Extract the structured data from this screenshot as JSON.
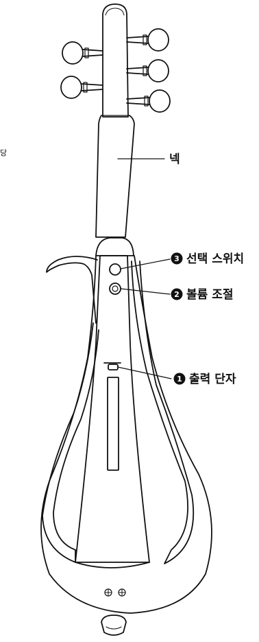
{
  "labels": {
    "neck": "넥",
    "selector_switch": {
      "number": "3",
      "text": "선택 스위치"
    },
    "volume_control": {
      "number": "2",
      "text": "볼륨 조절"
    },
    "output_jack": {
      "number": "1",
      "text": "출력 단자"
    },
    "edge_fragment": "당"
  },
  "colors": {
    "line": "#111111",
    "background": "#ffffff"
  }
}
